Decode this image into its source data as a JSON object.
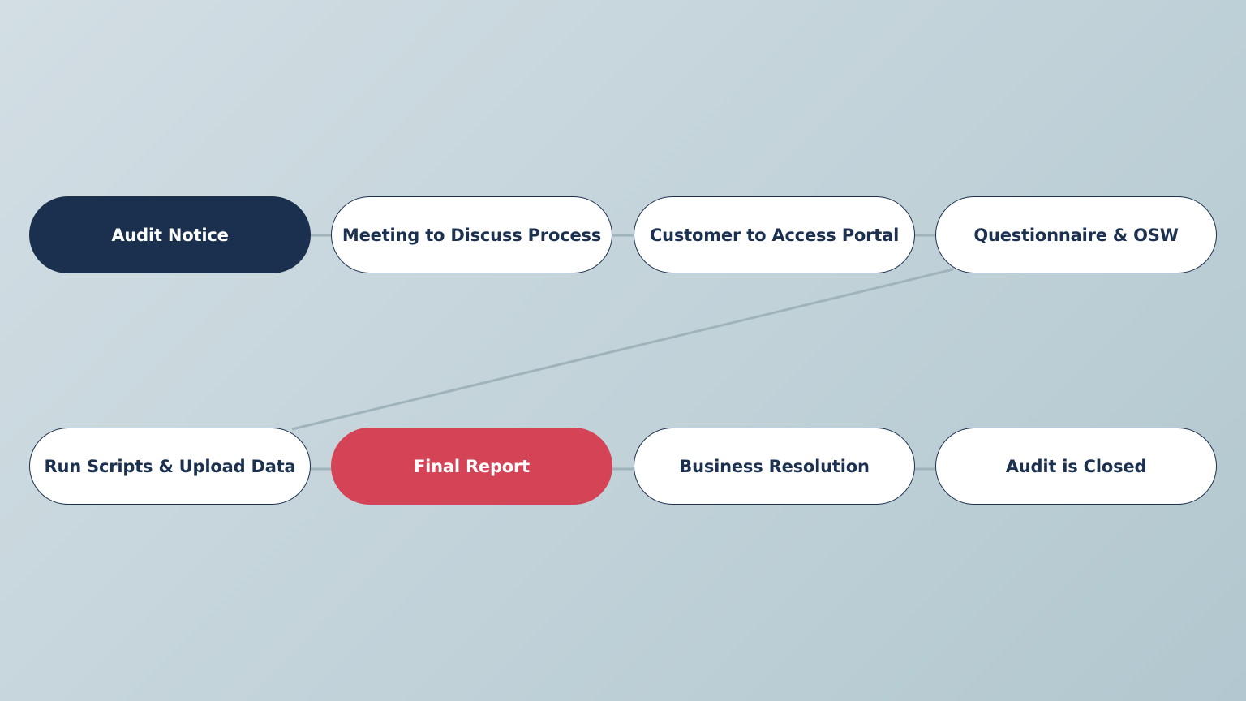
{
  "diagram": {
    "type": "process-flow",
    "colors": {
      "background_start": "#d2dee4",
      "background_end": "#b2c7cf",
      "node_fill": "#ffffff",
      "node_border": "#1c3150",
      "node_text": "#1c3150",
      "highlight_start": "#1b304e",
      "highlight_end": "#d44356",
      "connector": "#9eb3ba"
    },
    "rows": [
      {
        "nodes": [
          {
            "label": "Audit Notice",
            "style": "dark"
          },
          {
            "label": "Meeting to Discuss Process",
            "style": "outline"
          },
          {
            "label": "Customer to Access Portal",
            "style": "outline"
          },
          {
            "label": "Questionnaire & OSW",
            "style": "outline"
          }
        ]
      },
      {
        "nodes": [
          {
            "label": "Run Scripts & Upload Data",
            "style": "outline"
          },
          {
            "label": "Final Report",
            "style": "red"
          },
          {
            "label": "Business Resolution",
            "style": "outline"
          },
          {
            "label": "Audit is Closed",
            "style": "outline"
          }
        ]
      }
    ],
    "edges": [
      {
        "from": "Audit Notice",
        "to": "Meeting to Discuss Process"
      },
      {
        "from": "Meeting to Discuss Process",
        "to": "Customer to Access Portal"
      },
      {
        "from": "Customer to Access Portal",
        "to": "Questionnaire & OSW"
      },
      {
        "from": "Questionnaire & OSW",
        "to": "Run Scripts & Upload Data"
      },
      {
        "from": "Run Scripts & Upload Data",
        "to": "Final Report"
      },
      {
        "from": "Final Report",
        "to": "Business Resolution"
      },
      {
        "from": "Business Resolution",
        "to": "Audit is Closed"
      }
    ]
  }
}
